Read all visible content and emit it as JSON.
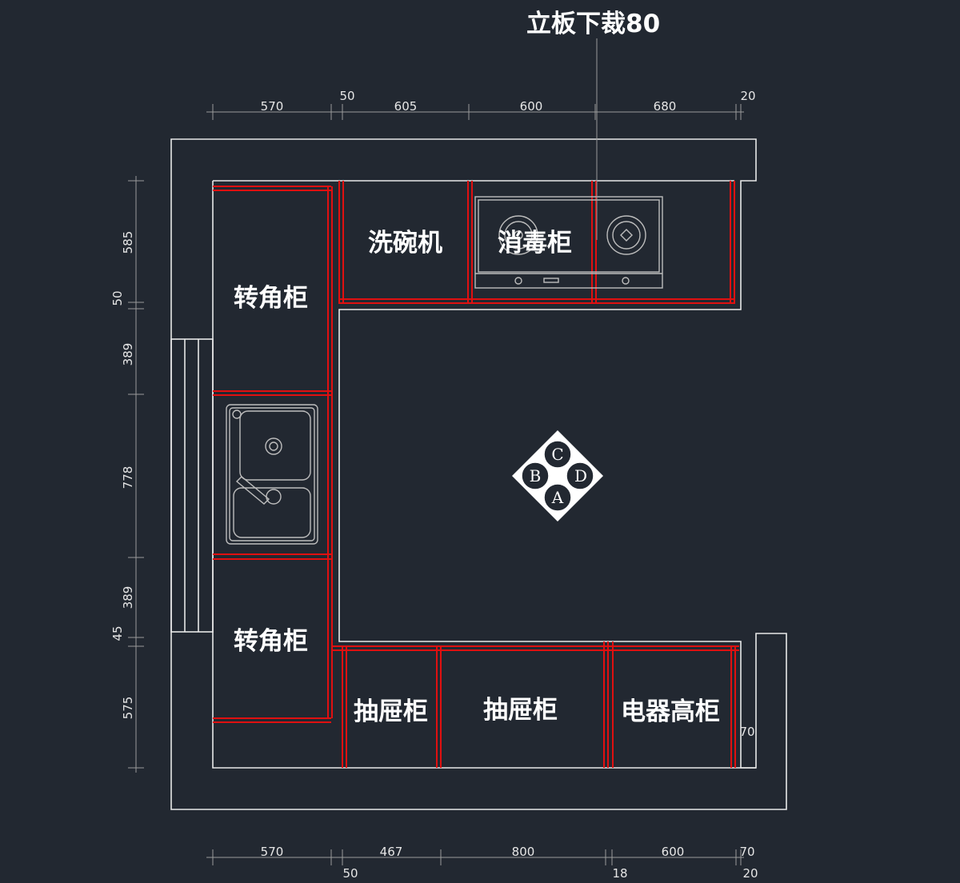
{
  "annotation": "立板下裁80",
  "labels": {
    "corner_top": "转角柜",
    "corner_bottom": "转角柜",
    "dishwasher": "洗碗机",
    "sterilizer": "消毒柜",
    "drawer_1": "抽屉柜",
    "drawer_2": "抽屉柜",
    "appliance_tall": "电器高柜"
  },
  "dims": {
    "top": [
      "570",
      "50",
      "605",
      "600",
      "680",
      "20"
    ],
    "bottom": [
      "570",
      "50",
      "467",
      "800",
      "18",
      "600",
      "70",
      "20"
    ],
    "left": [
      "585",
      "50",
      "389",
      "778",
      "389",
      "45",
      "575"
    ],
    "right_small": "70"
  },
  "direction": {
    "a": "A",
    "b": "B",
    "c": "C",
    "d": "D"
  },
  "colors": {
    "background": "#222831",
    "wall": "#e8e8e8",
    "cabinet_edge": "#e01010",
    "dimension": "#9a9a9a",
    "text": "#ffffff"
  }
}
